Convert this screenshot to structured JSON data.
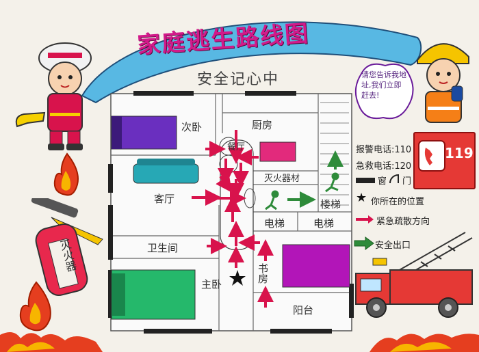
{
  "title": "家庭逃生路线图",
  "subtitle": "安全记心中",
  "speech_bubble": "请您告诉我地址,我们立即赶去!",
  "rooms": {
    "second_bedroom": "次卧",
    "kitchen": "厨房",
    "dining": "餐厅",
    "living": "客厅",
    "extinguisher_spot": "灭火器材",
    "stairs": "楼梯",
    "elevator1": "电梯",
    "elevator2": "电梯",
    "bathroom": "卫生间",
    "master_bedroom": "主卧",
    "study": "书房",
    "balcony": "阳台"
  },
  "legend": {
    "fire_phone": "报警电话:110",
    "ambulance_phone": "急救电话:120",
    "window_door": "窗",
    "door_label": "门",
    "your_position": "你所在的位置",
    "evac_direction": "紧急疏散方向",
    "safe_exit": "安全出口"
  },
  "phone_119": "119",
  "extinguisher_label": "灭火器",
  "colors": {
    "evac_arrow": "#d8134c",
    "exit_arrow": "#2e8b3a",
    "title": "#d21a8a",
    "banner": "#58b8e3"
  }
}
